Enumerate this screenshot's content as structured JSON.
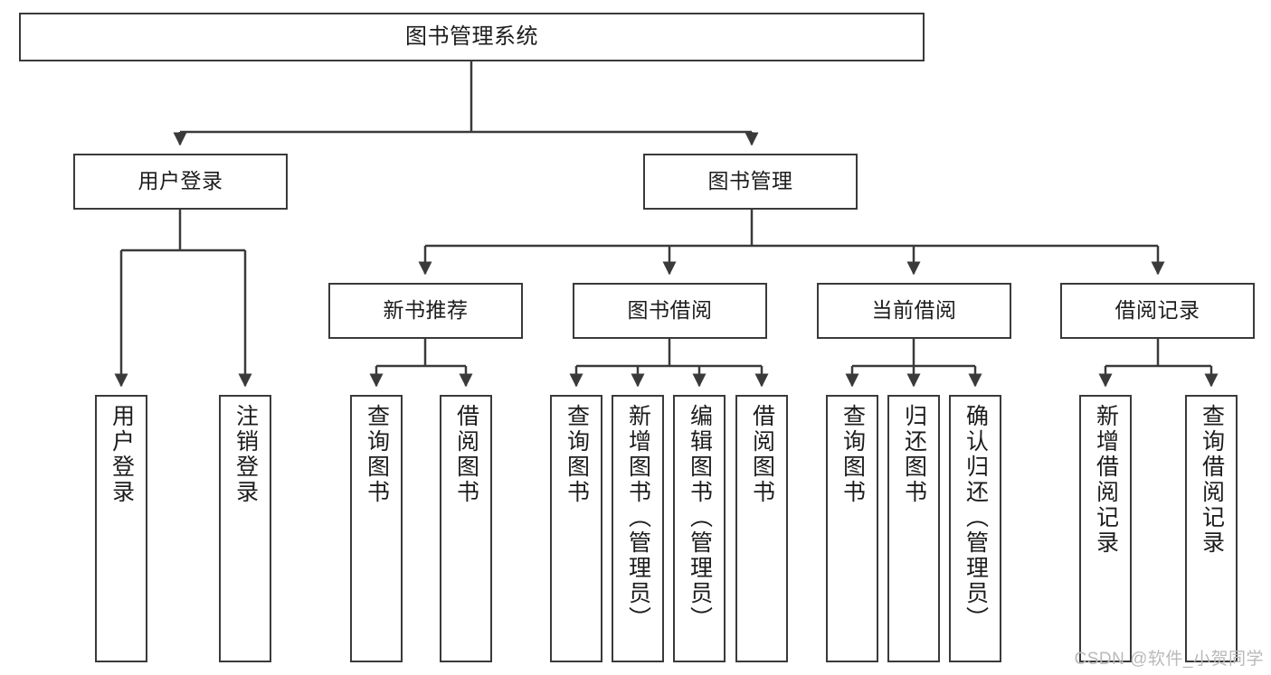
{
  "diagram": {
    "title": "图书管理系统",
    "type": "tree-hierarchy-diagram",
    "watermark": "CSDN @软件_小贺同学",
    "colors": {
      "background": "#ffffff",
      "box_border": "#3a3a3a",
      "box_fill": "#ffffff",
      "text": "#1c1c1c",
      "edge": "#3a3a3a",
      "watermark": "#b9b9b9"
    },
    "nodes": {
      "root": {
        "label": "图书管理系统"
      },
      "level2": [
        {
          "id": "user-login",
          "label": "用户登录"
        },
        {
          "id": "book-manage",
          "label": "图书管理"
        }
      ],
      "level3": [
        {
          "id": "new-book-recommend",
          "label": "新书推荐"
        },
        {
          "id": "book-borrow",
          "label": "图书借阅"
        },
        {
          "id": "current-borrow",
          "label": "当前借阅"
        },
        {
          "id": "borrow-record",
          "label": "借阅记录"
        }
      ],
      "leaves": {
        "user_login": [
          {
            "id": "leaf-user-login",
            "label": "用户登录"
          },
          {
            "id": "leaf-logout-login",
            "label": "注销登录"
          }
        ],
        "new_book_recommend": [
          {
            "id": "leaf-query-book-1",
            "label": "查询图书"
          },
          {
            "id": "leaf-borrow-book-1",
            "label": "借阅图书"
          }
        ],
        "book_borrow": [
          {
            "id": "leaf-query-book-2",
            "label": "查询图书"
          },
          {
            "id": "leaf-add-book",
            "label": "新增图书（管理员）"
          },
          {
            "id": "leaf-edit-book",
            "label": "编辑图书（管理员）"
          },
          {
            "id": "leaf-borrow-book-2",
            "label": "借阅图书"
          }
        ],
        "current_borrow": [
          {
            "id": "leaf-query-book-3",
            "label": "查询图书"
          },
          {
            "id": "leaf-return-book",
            "label": "归还图书"
          },
          {
            "id": "leaf-confirm-return",
            "label": "确认归还（管理员）"
          }
        ],
        "borrow_record": [
          {
            "id": "leaf-add-borrow-record",
            "label": "新增借阅记录"
          },
          {
            "id": "leaf-query-borrow-record",
            "label": "查询借阅记录"
          }
        ]
      }
    }
  }
}
